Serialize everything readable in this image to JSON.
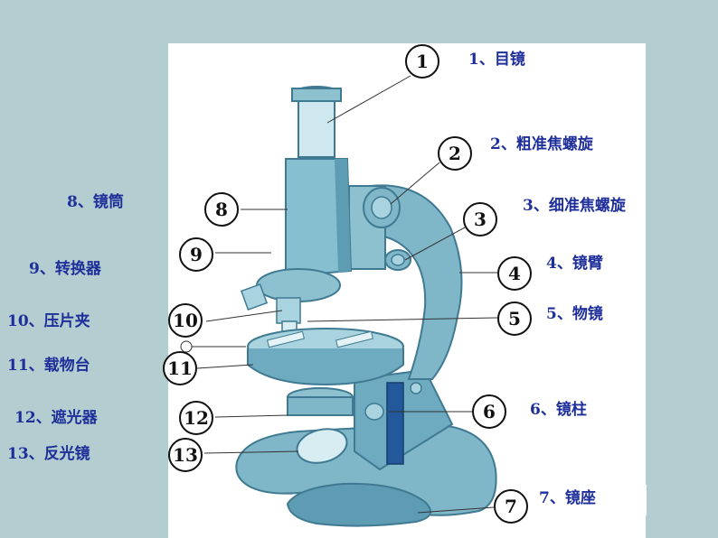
{
  "colors": {
    "background": "#b3cdd0",
    "panel": "#ffffff",
    "label_text": "#1f2f9a",
    "body_fill": "#7fb6c8",
    "body_dark": "#4f8ea6",
    "body_light": "#a8d3df"
  },
  "parts": [
    {
      "num": "1",
      "label": "1、目镜"
    },
    {
      "num": "2",
      "label": "2、粗准焦螺旋"
    },
    {
      "num": "3",
      "label": "3、细准焦螺旋"
    },
    {
      "num": "4",
      "label": "4、镜臂"
    },
    {
      "num": "5",
      "label": "5、物镜"
    },
    {
      "num": "6",
      "label": "6、镜柱"
    },
    {
      "num": "7",
      "label": "7、镜座"
    },
    {
      "num": "8",
      "label": "8、镜筒"
    },
    {
      "num": "9",
      "label": "9、转换器"
    },
    {
      "num": "10",
      "label": "10、压片夹"
    },
    {
      "num": "11",
      "label": "11、载物台"
    },
    {
      "num": "12",
      "label": "12、遮光器"
    },
    {
      "num": "13",
      "label": "13、反光镜"
    }
  ]
}
